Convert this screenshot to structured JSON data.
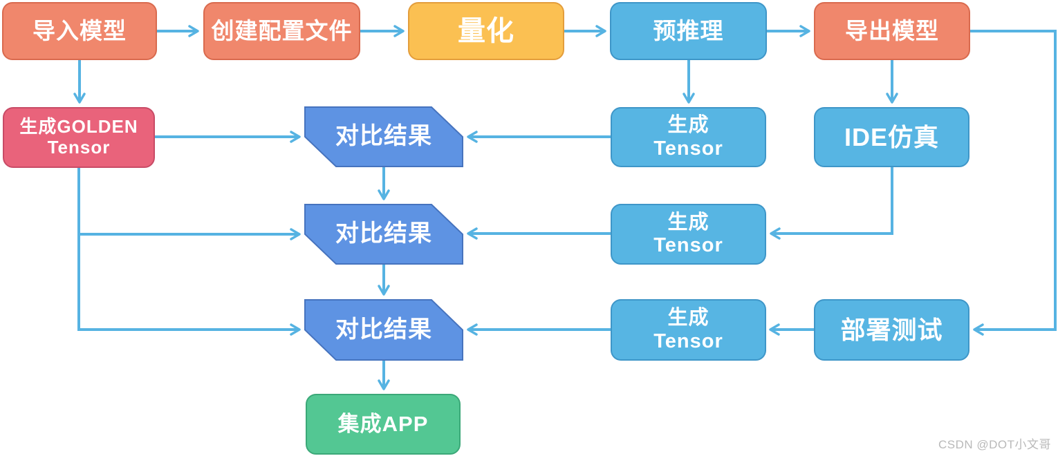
{
  "nodes": {
    "import_model": {
      "label": "导入模型"
    },
    "create_config": {
      "label": "创建配置文件"
    },
    "quantize": {
      "label": "量化"
    },
    "pre_inference": {
      "label": "预推理"
    },
    "export_model": {
      "label": "导出模型"
    },
    "golden_tensor": {
      "line1": "生成GOLDEN",
      "line2": "Tensor"
    },
    "compare_1": {
      "label": "对比结果"
    },
    "compare_2": {
      "label": "对比结果"
    },
    "compare_3": {
      "label": "对比结果"
    },
    "gen_tensor_1": {
      "line1": "生成",
      "line2": "Tensor"
    },
    "gen_tensor_2": {
      "line1": "生成",
      "line2": "Tensor"
    },
    "gen_tensor_3": {
      "line1": "生成",
      "line2": "Tensor"
    },
    "ide_sim": {
      "label": "IDE仿真"
    },
    "deploy_test": {
      "label": "部署测试"
    },
    "integrate_app": {
      "label": "集成APP"
    }
  },
  "watermark": "CSDN @DOT小文哥",
  "colors": {
    "orange_fill": "#F0876C",
    "orange_border": "#D96A4E",
    "yellow_fill": "#FBC052",
    "yellow_border": "#E39D3B",
    "blue_fill": "#57B5E3",
    "blue_border": "#3E96C8",
    "indigo_fill": "#5E93E3",
    "indigo_border": "#4673BE",
    "pink_fill": "#E9637B",
    "pink_border": "#C84B66",
    "green_fill": "#53C793",
    "green_border": "#3BA878",
    "arrow": "#56B3E2",
    "watermark": "#B9B9B9"
  }
}
